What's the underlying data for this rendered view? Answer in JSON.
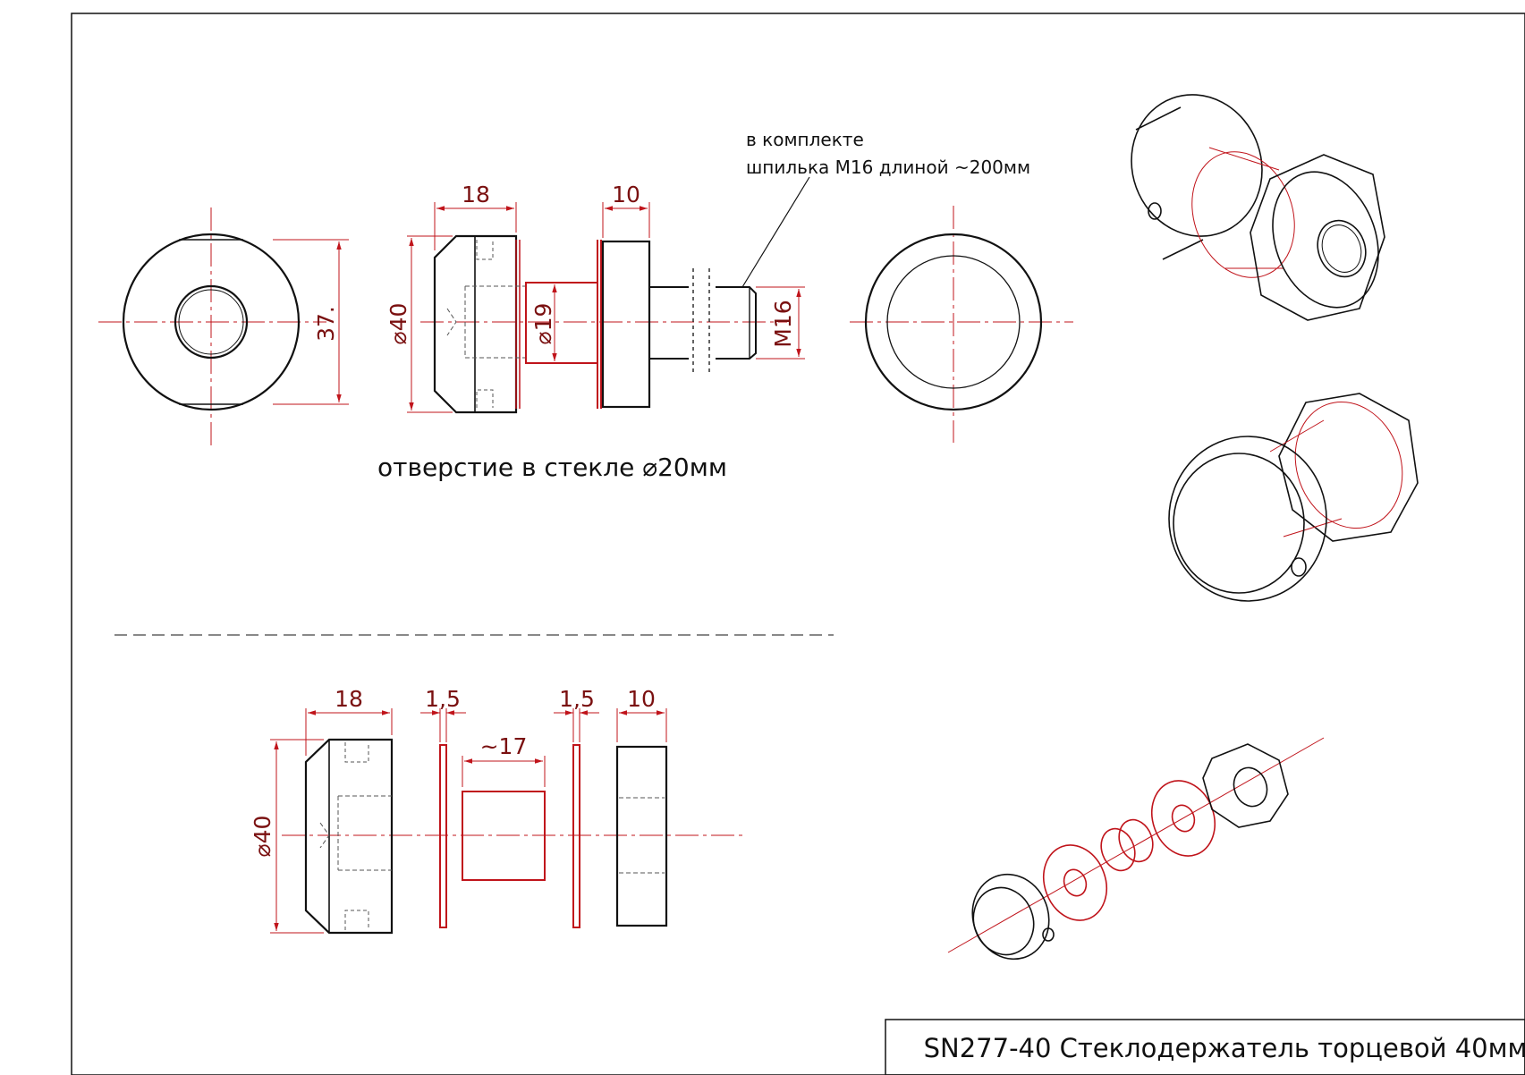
{
  "note": {
    "line1": "в комплекте",
    "line2": "шпилька М16 длиной ~200мм"
  },
  "glass_hole": "отверстие в стекле ⌀20мм",
  "title": "SN277-40 Стеклодержатель торцевой 40мм",
  "dims": {
    "front_height": "37.",
    "side_width_cap": "18",
    "side_width_nut": "10",
    "side_dia_cap": "⌀40",
    "side_dia_spacer": "⌀19",
    "side_thread": "M16",
    "exp_width_cap": "18",
    "exp_washer1": "1,5",
    "exp_washer2": "1,5",
    "exp_width_nut": "10",
    "exp_spacer": "~17",
    "exp_dia_cap": "⌀40"
  },
  "colors": {
    "line": "#111111",
    "red": "#c0141b",
    "dim_text": "#7a1010"
  }
}
